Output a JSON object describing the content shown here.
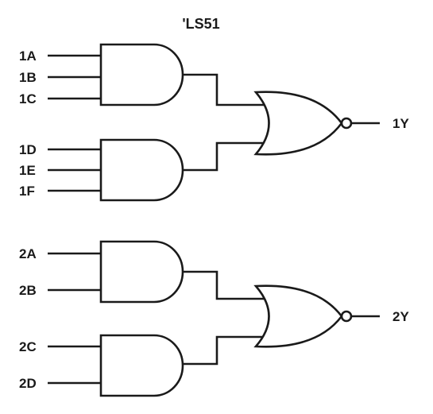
{
  "title": "'LS51",
  "gate1": {
    "and1_inputs": [
      "1A",
      "1B",
      "1C"
    ],
    "and2_inputs": [
      "1D",
      "1E",
      "1F"
    ],
    "output": "1Y"
  },
  "gate2": {
    "and1_inputs": [
      "2A",
      "2B"
    ],
    "and2_inputs": [
      "2C",
      "2D"
    ],
    "output": "2Y"
  },
  "colors": {
    "line": "#1a1a1a",
    "background": "#ffffff"
  }
}
